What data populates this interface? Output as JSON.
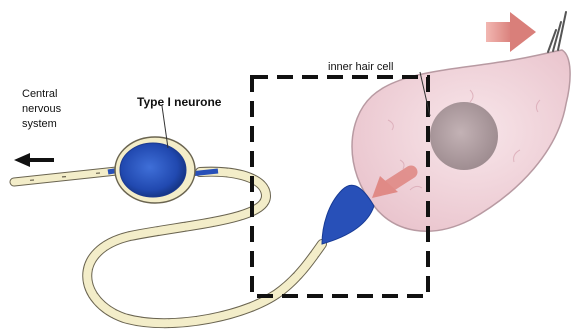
{
  "labels": {
    "cns_line1": "Central",
    "cns_line2": "nervous",
    "cns_line3": "system",
    "type1_neurone": "Type I neurone",
    "inner_hair_cell": "inner hair cell"
  },
  "colors": {
    "axon": "#f3edc9",
    "neuron_body": "#2850b8",
    "hair_cell": "#f3d9df",
    "nucleus": "#b5a4a8",
    "arrow": "#e08a86",
    "box": "#111111"
  }
}
